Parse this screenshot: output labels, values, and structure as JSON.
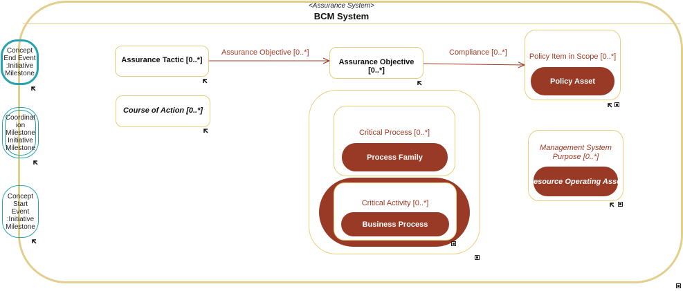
{
  "system": {
    "stereotype": "<Assurance System>",
    "title": "BCM System"
  },
  "milestones": [
    {
      "label": "Concept\nEnd Event\n:Initiative\nMilestone"
    },
    {
      "label": "Coordinat\nion\nMilestone\nInitiative\nMilestone"
    },
    {
      "label": "Concept\nStart\nEvent\n:Initiative\nMilestone"
    }
  ],
  "boxes": {
    "assurance_tactic": "Assurance Tactic [0..*]",
    "course_of_action": "Course of Action [0..*]",
    "assurance_objective": "Assurance Objective [0..*]",
    "policy_item_in_scope": "Policy Item in Scope [0..*]",
    "policy_asset": "Policy Asset",
    "critical_process": "Critical Process [0..*]",
    "process_family": "Process Family",
    "critical_activity": "Critical Activity [0..*]",
    "business_process": "Business Process",
    "management_system_purpose": "Management System Purpose [0..*]",
    "resource_operating_asset": "Resource Operating Asset"
  },
  "connectors": {
    "tactic_to_objective": "Assurance Objective [0..*]",
    "objective_to_policy": "Compliance [0..*]"
  },
  "colors": {
    "frame": "#e2cf8e",
    "milestone": "#27a3ad",
    "pill_fill": "#983a25",
    "relation": "#a33a24"
  }
}
